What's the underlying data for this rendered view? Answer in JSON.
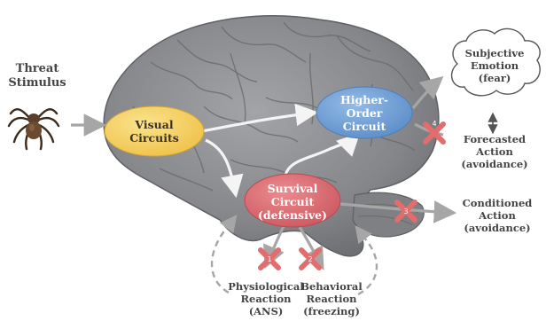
{
  "threat": {
    "line1": "Threat",
    "line2": "Stimulus"
  },
  "nodes": {
    "visual": {
      "line1": "Visual",
      "line2": "Circuits",
      "color": "#f5cf57"
    },
    "higher": {
      "line1": "Higher-",
      "line2": "Order",
      "line3": "Circuit",
      "color": "#6d9fd6"
    },
    "survival": {
      "line1": "Survival",
      "line2": "Circuit",
      "line3": "(defensive)",
      "color": "#d9676e"
    }
  },
  "outputs": {
    "emotion": {
      "line1": "Subjective",
      "line2": "Emotion",
      "line3": "(fear)"
    },
    "forecasted": {
      "line1": "Forecasted",
      "line2": "Action",
      "line3": "(avoidance)"
    },
    "conditioned": {
      "line1": "Conditioned",
      "line2": "Action",
      "line3": "(avoidance)"
    },
    "physiological": {
      "line1": "Physiological",
      "line2": "Reaction",
      "line3": "(ANS)"
    },
    "behavioral": {
      "line1": "Behavioral",
      "line2": "Reaction",
      "line3": "(freezing)"
    }
  },
  "markers": [
    "1",
    "2",
    "3",
    "4"
  ],
  "colors": {
    "brain": "#8f9094",
    "arrow_gray": "#a6a6a6",
    "cross": "#e36d6d",
    "text": "#444444"
  },
  "icons": {
    "stimulus": "tarantula-icon",
    "emotion": "thought-cloud-icon",
    "blocked": "x-cross-icon"
  }
}
